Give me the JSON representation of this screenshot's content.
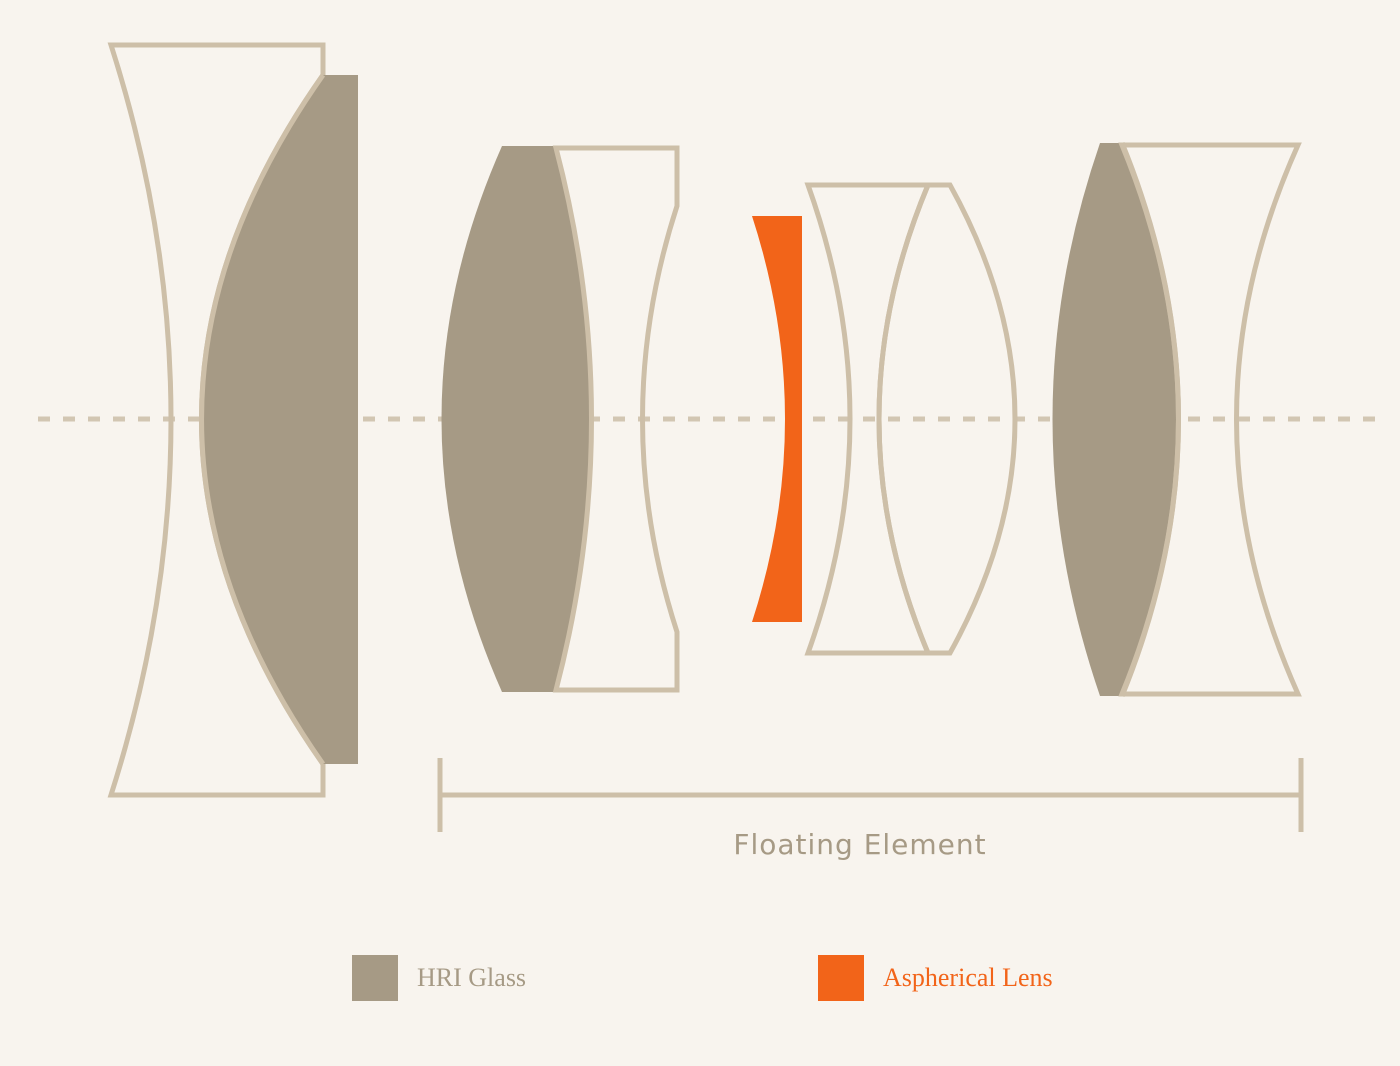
{
  "colors": {
    "background": "#f8f4ee",
    "outline": "#cdbfa8",
    "hri_glass": "#a69a85",
    "aspherical": "#f26419",
    "legend_hri_text": "#a69a85",
    "legend_asph_text": "#f26419"
  },
  "diagram": {
    "floating_label": "Floating Element",
    "elements": [
      {
        "group": 1,
        "type": "biconcave",
        "material": "standard"
      },
      {
        "group": 1,
        "type": "plano-convex",
        "material": "HRI Glass"
      },
      {
        "group": 2,
        "type": "biconvex",
        "material": "HRI Glass"
      },
      {
        "group": 2,
        "type": "meniscus",
        "material": "standard"
      },
      {
        "group": 3,
        "type": "plano-concave",
        "material": "Aspherical Lens"
      },
      {
        "group": 3,
        "type": "meniscus",
        "material": "standard"
      },
      {
        "group": 3,
        "type": "biconvex",
        "material": "standard"
      },
      {
        "group": 4,
        "type": "biconvex",
        "material": "HRI Glass"
      },
      {
        "group": 4,
        "type": "biconcave",
        "material": "standard"
      }
    ]
  },
  "legend": [
    {
      "label": "HRI Glass",
      "color": "#a69a85"
    },
    {
      "label": "Aspherical Lens",
      "color": "#f26419"
    }
  ]
}
